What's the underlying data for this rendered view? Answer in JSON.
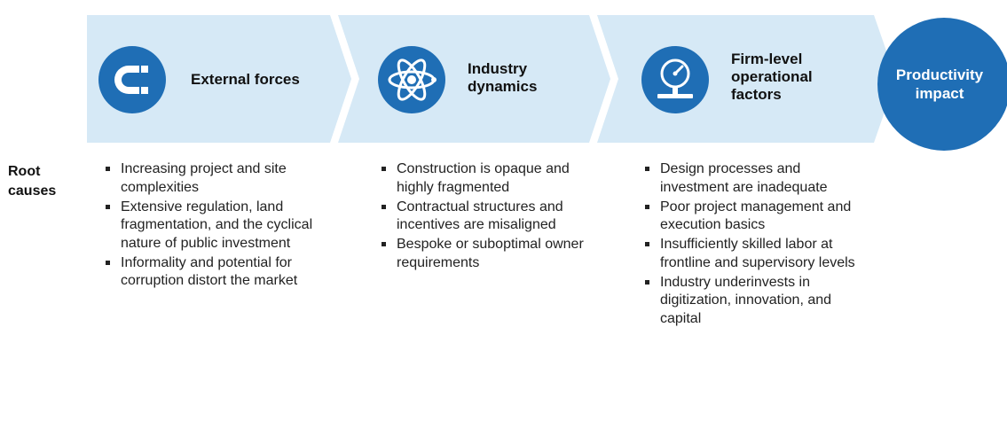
{
  "stages": [
    {
      "title_lines": [
        "External forces"
      ],
      "icon": "magnet-icon",
      "bullets": [
        "Increasing project and site complexities",
        "Extensive regulation, land fragmentation, and the cyclical nature of public investment",
        "Informality and potential for corruption distort the market"
      ]
    },
    {
      "title_lines": [
        "Industry",
        "dynamics"
      ],
      "icon": "atom-icon",
      "bullets": [
        "Construction is opaque and highly fragmented",
        "Contractual structures and incentives are misaligned",
        "Bespoke or suboptimal owner requirements"
      ]
    },
    {
      "title_lines": [
        "Firm-level",
        "operational",
        "factors"
      ],
      "icon": "gauge-icon",
      "bullets": [
        "Design processes and investment are inadequate",
        "Poor project management and execution basics",
        "Insufficiently skilled labor at frontline and supervisory levels",
        "Industry underinvests in digitization, innovation, and capital"
      ]
    }
  ],
  "impact": {
    "lines": [
      "Productivity",
      "impact"
    ]
  },
  "row_label": {
    "lines": [
      "Root",
      "causes"
    ]
  },
  "colors": {
    "chevron": "#d6e9f6",
    "accent": "#1f6eb5",
    "text": "#111111",
    "white": "#ffffff"
  }
}
